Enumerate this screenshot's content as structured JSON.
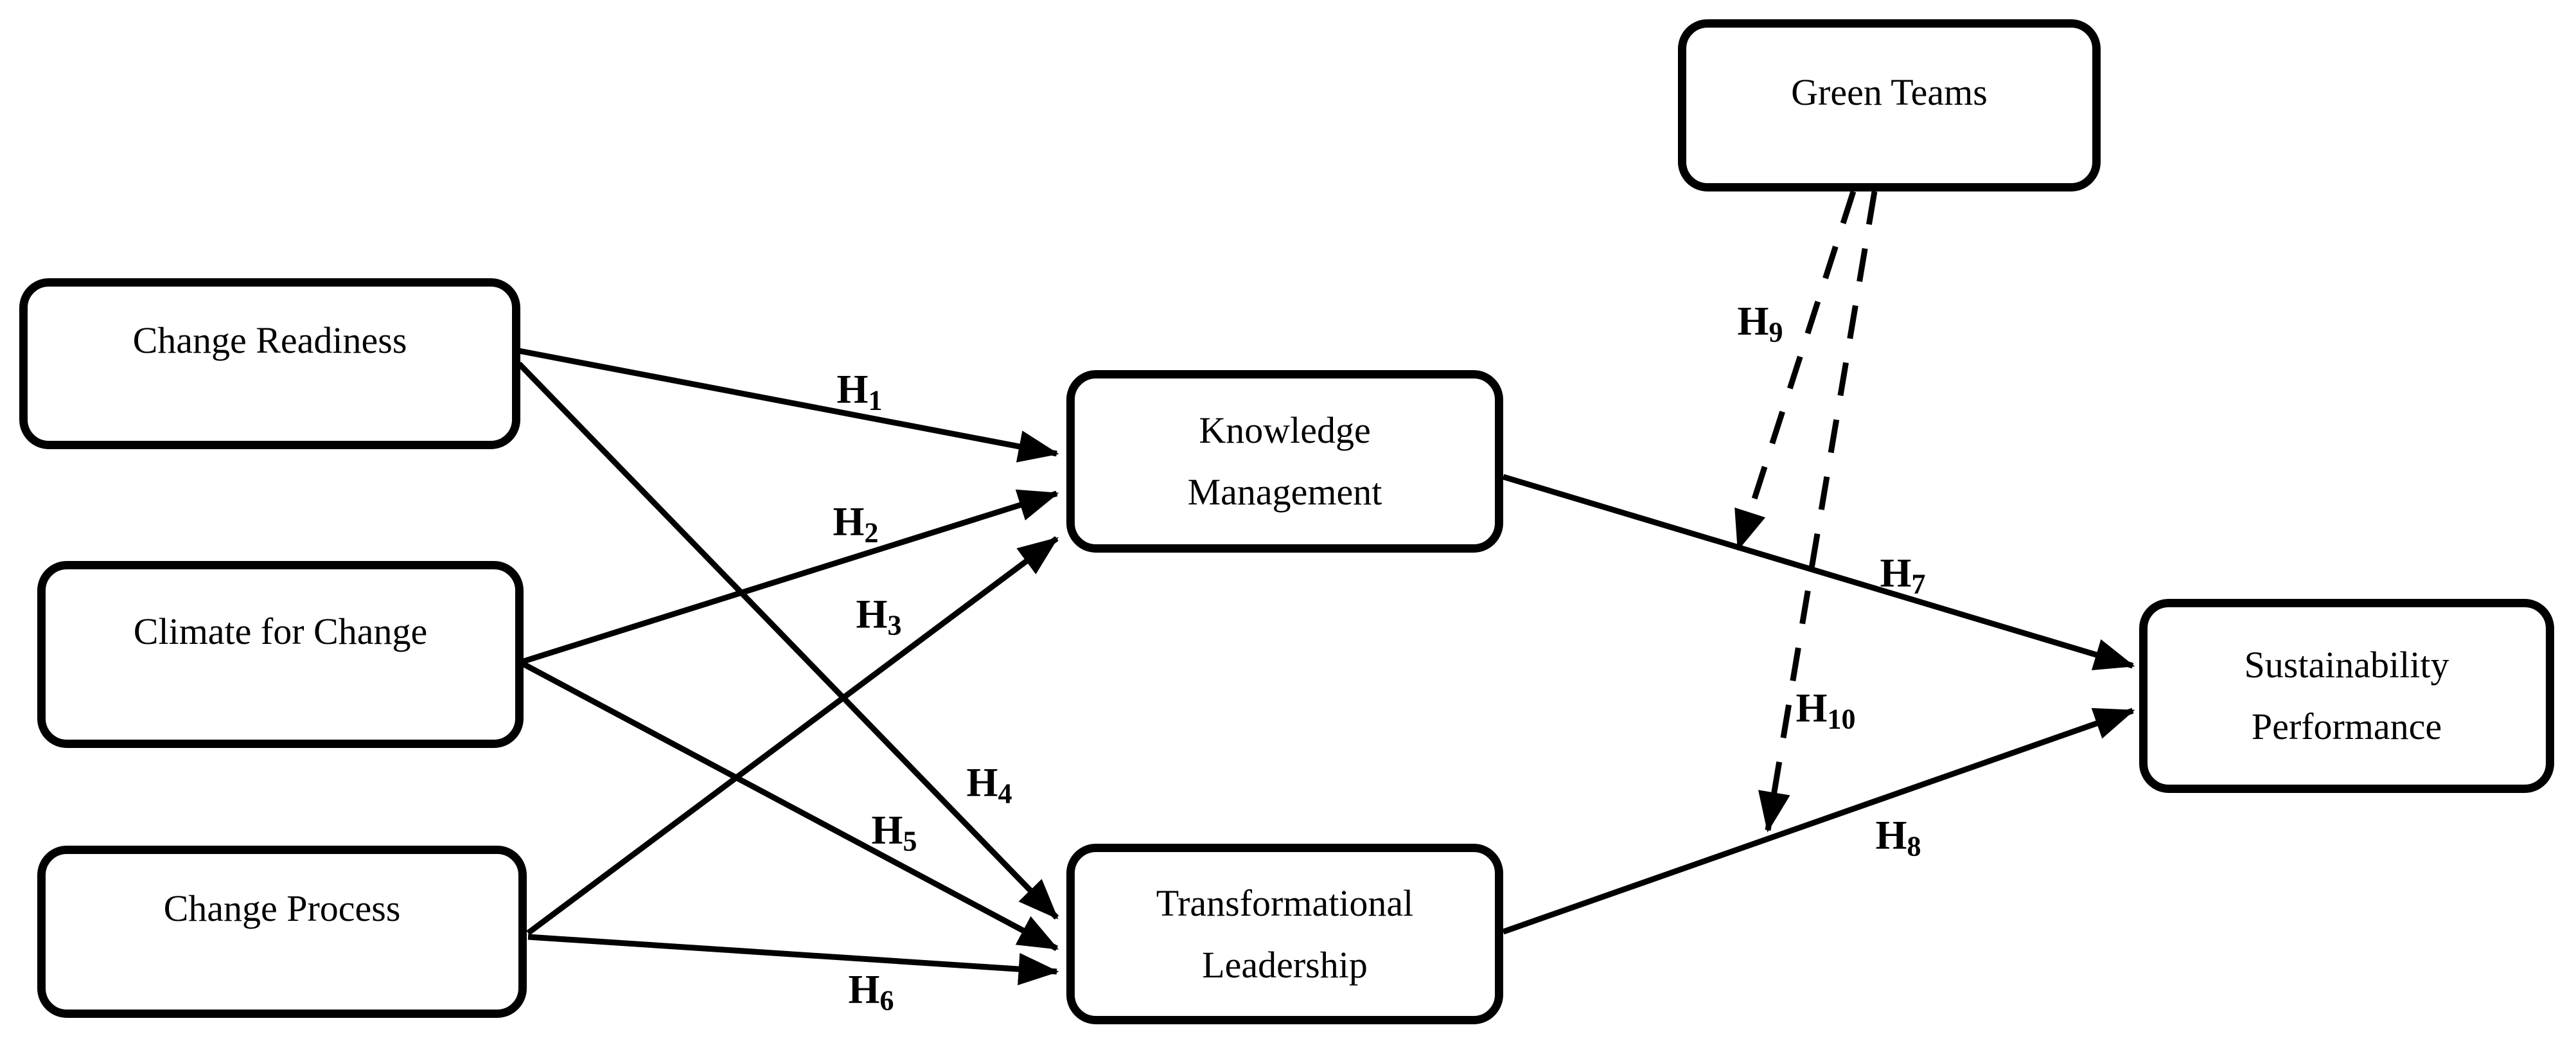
{
  "diagram": {
    "background_color": "#ffffff",
    "line_color": "#000000",
    "nodes": {
      "change_readiness": {
        "label": "Change Readiness"
      },
      "climate_for_change": {
        "label": "Climate for Change"
      },
      "change_process": {
        "label": "Change Process"
      },
      "knowledge_management": {
        "line1": "Knowledge",
        "line2": "Management"
      },
      "transformational_leadership": {
        "line1": "Transformational",
        "line2": "Leadership"
      },
      "green_teams": {
        "label": "Green Teams"
      },
      "sustainability_performance": {
        "line1": "Sustainability",
        "line2": "Performance"
      }
    },
    "edges": {
      "h1": {
        "base": "H",
        "sub": "1",
        "from": "Change Readiness",
        "to": "Knowledge Management",
        "style": "solid"
      },
      "h2": {
        "base": "H",
        "sub": "2",
        "from": "Climate for Change",
        "to": "Knowledge Management",
        "style": "solid"
      },
      "h3": {
        "base": "H",
        "sub": "3",
        "from": "Change Process",
        "to": "Knowledge Management",
        "style": "solid"
      },
      "h4": {
        "base": "H",
        "sub": "4",
        "from": "Change Readiness",
        "to": "Transformational Leadership",
        "style": "solid"
      },
      "h5": {
        "base": "H",
        "sub": "5",
        "from": "Climate for Change",
        "to": "Transformational Leadership",
        "style": "solid"
      },
      "h6": {
        "base": "H",
        "sub": "6",
        "from": "Change Process",
        "to": "Transformational Leadership",
        "style": "solid"
      },
      "h7": {
        "base": "H",
        "sub": "7",
        "from": "Knowledge Management",
        "to": "Sustainability Performance",
        "style": "solid"
      },
      "h8": {
        "base": "H",
        "sub": "8",
        "from": "Transformational Leadership",
        "to": "Sustainability Performance",
        "style": "solid"
      },
      "h9": {
        "base": "H",
        "sub": "9",
        "from": "Green Teams",
        "to": "path Knowledge Management to Sustainability Performance",
        "style": "dashed"
      },
      "h10": {
        "base": "H",
        "sub": "10",
        "from": "Green Teams",
        "to": "path Transformational Leadership to Sustainability Performance",
        "style": "dashed"
      }
    }
  }
}
